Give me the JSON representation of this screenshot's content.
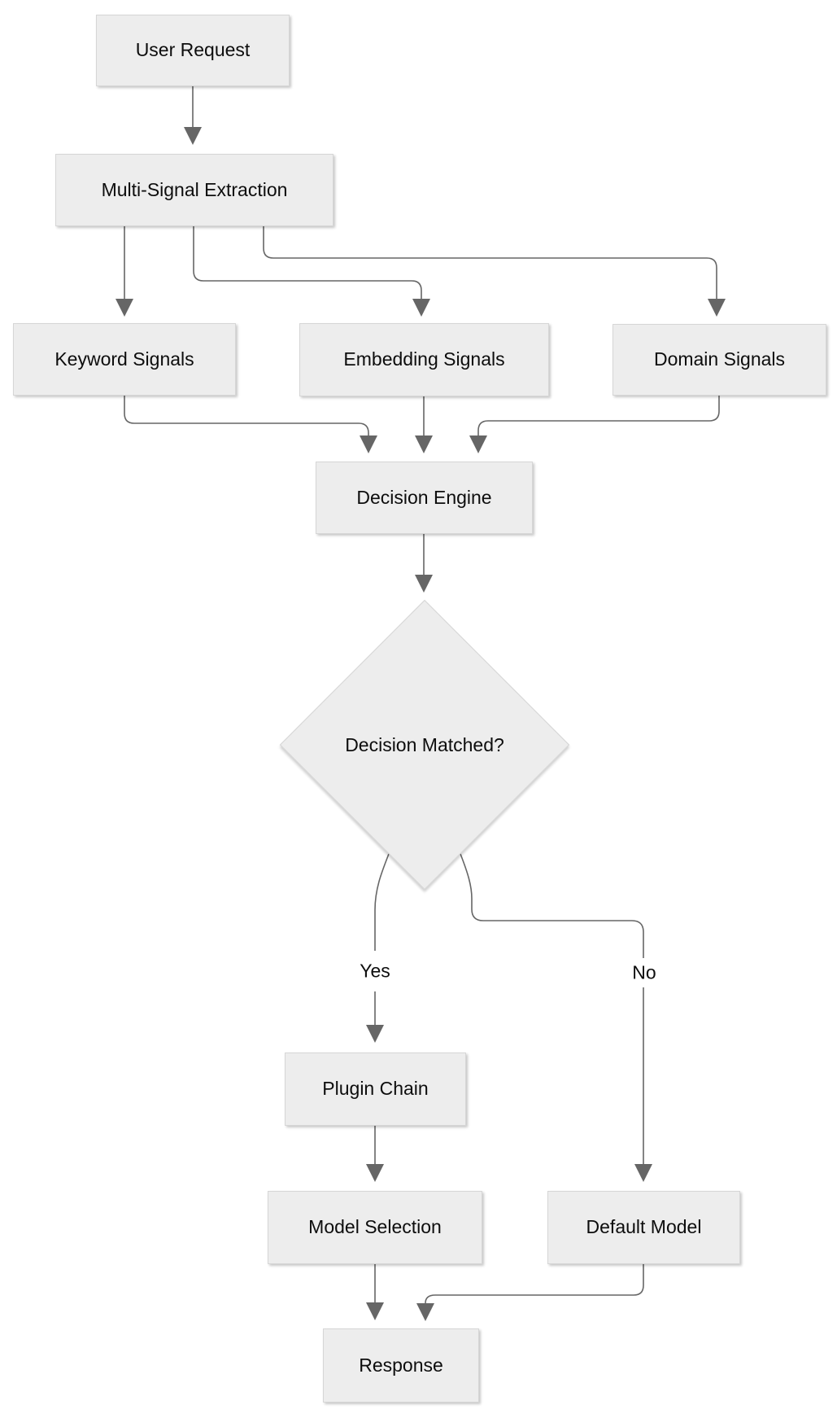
{
  "diagram": {
    "type": "flowchart",
    "direction": "top-down",
    "nodes": {
      "user_request": {
        "label": "User Request",
        "shape": "rect"
      },
      "multi_signal_extraction": {
        "label": "Multi-Signal Extraction",
        "shape": "rect"
      },
      "keyword_signals": {
        "label": "Keyword Signals",
        "shape": "rect"
      },
      "embedding_signals": {
        "label": "Embedding Signals",
        "shape": "rect"
      },
      "domain_signals": {
        "label": "Domain Signals",
        "shape": "rect"
      },
      "decision_engine": {
        "label": "Decision Engine",
        "shape": "rect"
      },
      "decision_matched": {
        "label": "Decision Matched?",
        "shape": "diamond"
      },
      "plugin_chain": {
        "label": "Plugin Chain",
        "shape": "rect"
      },
      "model_selection": {
        "label": "Model Selection",
        "shape": "rect"
      },
      "default_model": {
        "label": "Default Model",
        "shape": "rect"
      },
      "response": {
        "label": "Response",
        "shape": "rect"
      }
    },
    "edges": [
      {
        "from": "user_request",
        "to": "multi_signal_extraction",
        "label": ""
      },
      {
        "from": "multi_signal_extraction",
        "to": "keyword_signals",
        "label": ""
      },
      {
        "from": "multi_signal_extraction",
        "to": "embedding_signals",
        "label": ""
      },
      {
        "from": "multi_signal_extraction",
        "to": "domain_signals",
        "label": ""
      },
      {
        "from": "keyword_signals",
        "to": "decision_engine",
        "label": ""
      },
      {
        "from": "embedding_signals",
        "to": "decision_engine",
        "label": ""
      },
      {
        "from": "domain_signals",
        "to": "decision_engine",
        "label": ""
      },
      {
        "from": "decision_engine",
        "to": "decision_matched",
        "label": ""
      },
      {
        "from": "decision_matched",
        "to": "plugin_chain",
        "label": "Yes"
      },
      {
        "from": "decision_matched",
        "to": "default_model",
        "label": "No"
      },
      {
        "from": "plugin_chain",
        "to": "model_selection",
        "label": ""
      },
      {
        "from": "model_selection",
        "to": "response",
        "label": ""
      },
      {
        "from": "default_model",
        "to": "response",
        "label": ""
      }
    ],
    "colors": {
      "node_fill": "#ededed",
      "node_border": "#d6d6d6",
      "edge_color": "#666666",
      "text_color": "#0d0d0d",
      "background": "#ffffff"
    }
  }
}
